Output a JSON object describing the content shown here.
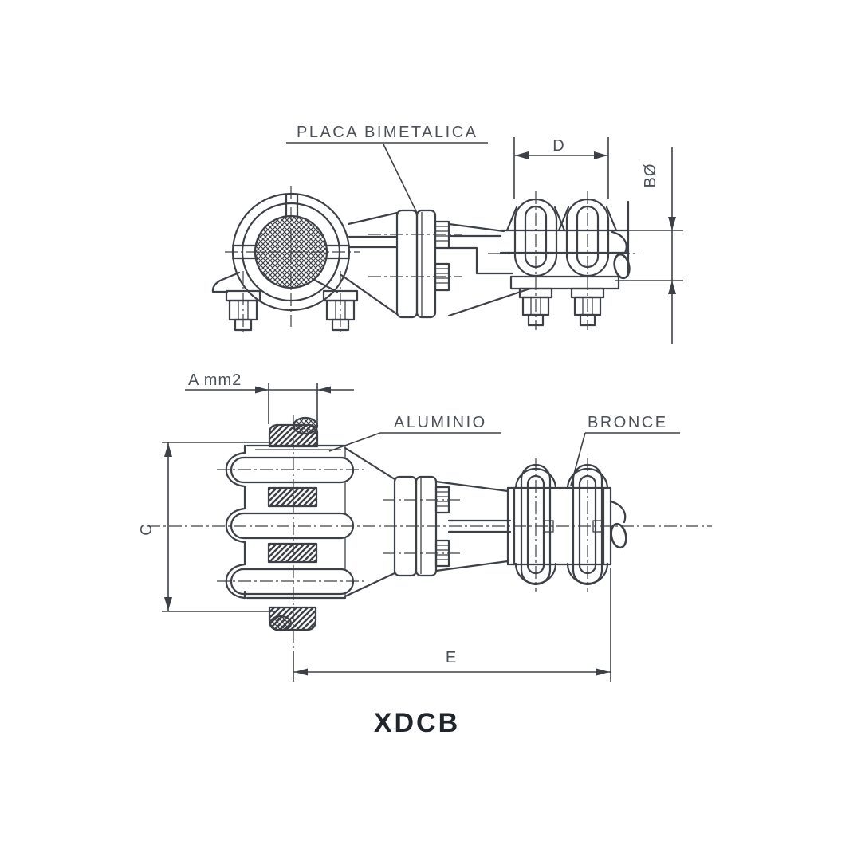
{
  "drawing": {
    "title": "XDCB",
    "callouts": {
      "placa_bimetalica": "PLACA BIMETALICA",
      "aluminio": "ALUMINIO",
      "bronce": "BRONCE"
    },
    "dimensions": {
      "d": "D",
      "b_diameter": "BØ",
      "a_mm2": "A mm2",
      "c": "C",
      "e": "E"
    },
    "colors": {
      "line": "#3d4147",
      "text": "#4b5058",
      "title": "#20242b",
      "background": "#ffffff"
    }
  }
}
